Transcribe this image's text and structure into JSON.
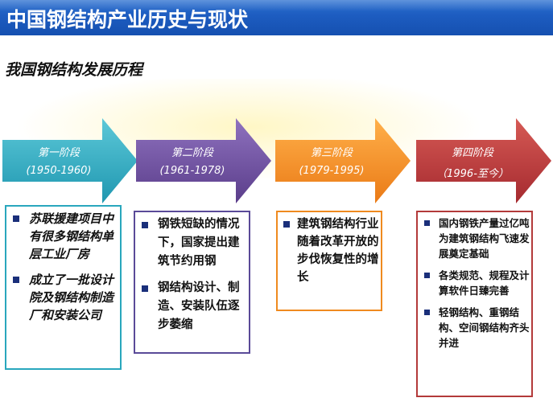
{
  "header": {
    "title": "中国钢结构产业历史与现状"
  },
  "section": {
    "subtitle": "我国钢结构发展历程"
  },
  "colors": {
    "title_bar": "#1d5cc0",
    "phase1": "#2aa8c0",
    "phase2": "#6a4b9a",
    "phase3": "#f08a24",
    "phase4": "#b5363a",
    "bullet": "#1a2f7a"
  },
  "phases": [
    {
      "name": "第一阶段",
      "years": "(1950-1960)",
      "items": [
        "苏联援建项目中 有很多钢结构单层工业厂房",
        "成立了一批设计院及钢结构制造厂和安装公司"
      ]
    },
    {
      "name": "第二阶段",
      "years": "(1961-1978)",
      "items": [
        "钢铁短缺的情况下，国家提出建筑节约用钢",
        "钢结构设计、制造、安装队伍逐步萎缩"
      ]
    },
    {
      "name": "第三阶段",
      "years": "(1979-1995)",
      "items": [
        "建筑钢结构行业随着改革开放的步伐恢复性的增长"
      ]
    },
    {
      "name": "第四阶段",
      "years": "（1996-至今）",
      "items": [
        "国内钢铁产量过亿吨为建筑钢结构飞速发展奠定基础",
        "各类规范、规程及计算软件日臻完善",
        "轻钢结构、重钢结构、空间钢结构齐头并进"
      ]
    }
  ]
}
